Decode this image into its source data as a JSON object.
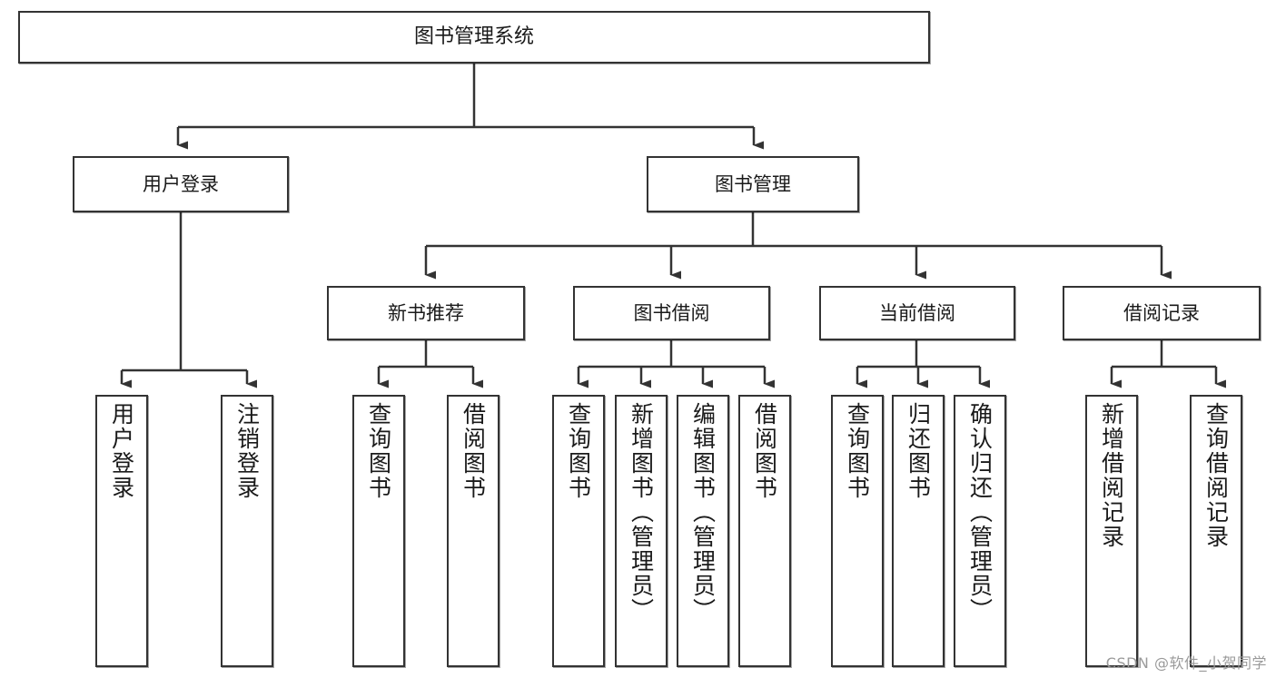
{
  "diagram": {
    "title": "图书管理系统",
    "type": "tree-hierarchy-diagram",
    "colors": {
      "box_border": "#333333",
      "box_fill": "#ffffff",
      "edge": "#333333",
      "text": "#1a1a1a",
      "watermark": "#9a9a9a"
    },
    "root": {
      "label": "图书管理系统"
    },
    "level1": [
      {
        "label": "用户登录"
      },
      {
        "label": "图书管理"
      }
    ],
    "level2": [
      {
        "label": "新书推荐"
      },
      {
        "label": "图书借阅"
      },
      {
        "label": "当前借阅"
      },
      {
        "label": "借阅记录"
      }
    ],
    "leaves_user_login": [
      {
        "label": "用户登录"
      },
      {
        "label": "注销登录"
      }
    ],
    "leaves_new_books": [
      {
        "label": "查询图书"
      },
      {
        "label": "借阅图书"
      }
    ],
    "leaves_borrow": [
      {
        "label": "查询图书"
      },
      {
        "label": "新增图书（管理员）"
      },
      {
        "label": "编辑图书（管理员）"
      },
      {
        "label": "借阅图书"
      }
    ],
    "leaves_current": [
      {
        "label": "查询图书"
      },
      {
        "label": "归还图书"
      },
      {
        "label": "确认归还（管理员）"
      }
    ],
    "leaves_records": [
      {
        "label": "新增借阅记录"
      },
      {
        "label": "查询借阅记录"
      }
    ]
  },
  "watermark": {
    "text": "CSDN @软件_小贺同学"
  }
}
